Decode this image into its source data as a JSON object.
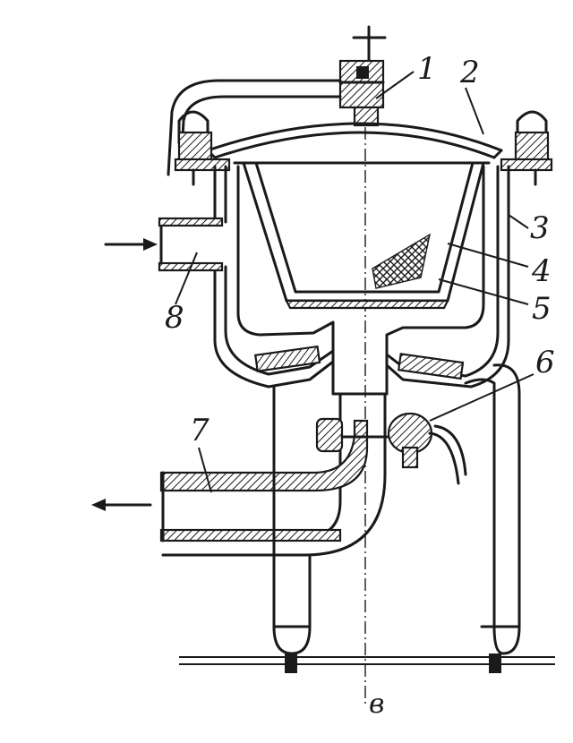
{
  "figure": {
    "callouts": [
      "1",
      "2",
      "3",
      "4",
      "5",
      "6",
      "7",
      "8"
    ],
    "sublabel": "в"
  }
}
